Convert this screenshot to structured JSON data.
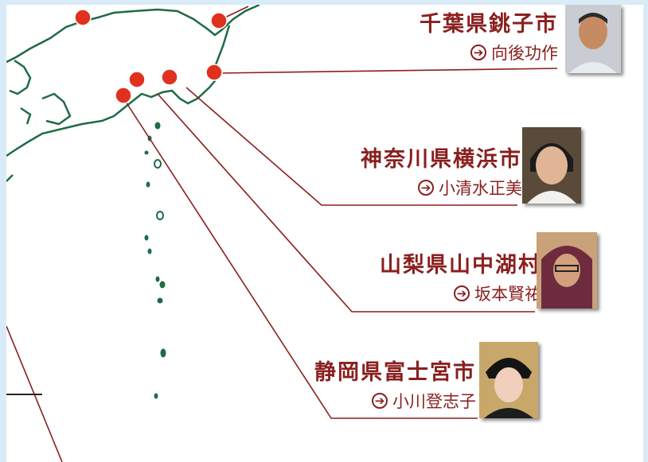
{
  "colors": {
    "line": "#8a1f1f",
    "coast": "#1f6b45",
    "dot": "#e0301e",
    "dot_stroke": "#ffffff",
    "text": "#8a1f1f"
  },
  "entries": [
    {
      "place": "千葉県銚子市",
      "person": "向後功作",
      "icon": "arrow-right-circle-icon"
    },
    {
      "place": "神奈川県横浜市",
      "person": "小清水正美",
      "icon": "arrow-right-circle-icon"
    },
    {
      "place": "山梨県山中湖村",
      "person": "坂本賢祐",
      "icon": "arrow-right-circle-icon"
    },
    {
      "place": "静岡県富士宮市",
      "person": "小川登志子",
      "icon": "arrow-right-circle-icon"
    }
  ],
  "icons": {
    "arrow_glyph": "➔"
  }
}
